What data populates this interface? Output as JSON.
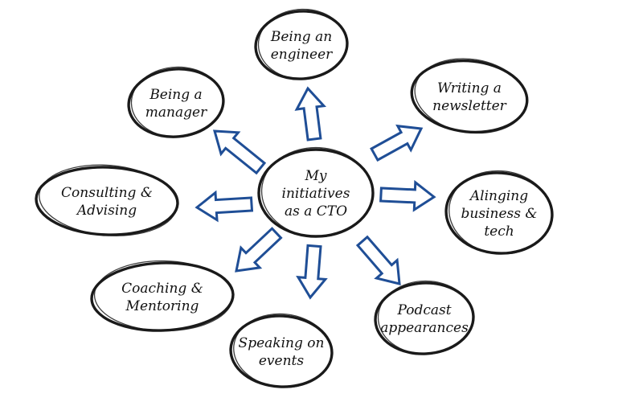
{
  "diagram": {
    "center": {
      "id": "center",
      "lines": [
        "My",
        "initiatives",
        "as a CTO"
      ]
    },
    "nodes": [
      {
        "id": "engineer",
        "lines": [
          "Being an",
          "engineer"
        ]
      },
      {
        "id": "newsletter",
        "lines": [
          "Writing a",
          "newsletter"
        ]
      },
      {
        "id": "aligning",
        "lines": [
          "Alinging",
          "business &",
          "tech"
        ]
      },
      {
        "id": "podcast",
        "lines": [
          "Podcast",
          "appearances"
        ]
      },
      {
        "id": "speaking",
        "lines": [
          "Speaking on",
          "events"
        ]
      },
      {
        "id": "coaching",
        "lines": [
          "Coaching &",
          "Mentoring"
        ]
      },
      {
        "id": "consulting",
        "lines": [
          "Consulting &",
          "Advising"
        ]
      },
      {
        "id": "manager",
        "lines": [
          "Being a",
          "manager"
        ]
      }
    ],
    "colors": {
      "arrow": "#1f4e96",
      "outline": "#1a1a1a",
      "background": "#ffffff"
    }
  }
}
